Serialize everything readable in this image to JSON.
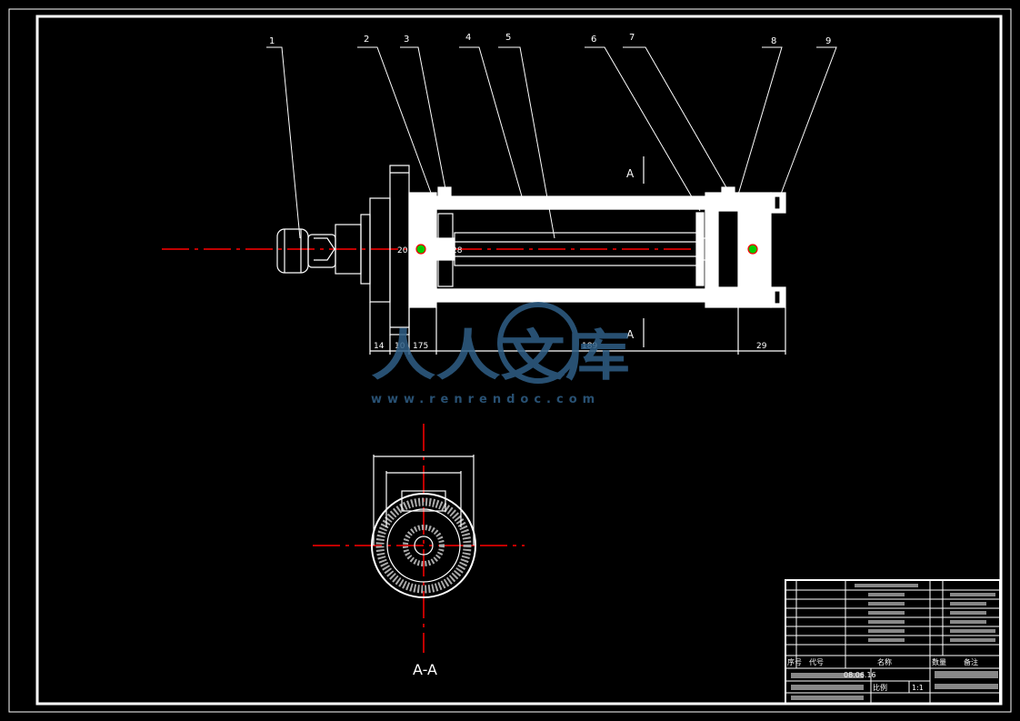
{
  "balloons": [
    "1",
    "2",
    "3",
    "4",
    "5",
    "6",
    "7",
    "8",
    "9"
  ],
  "section_marks": {
    "top": "A",
    "bottom": "A",
    "view_label": "A-A"
  },
  "dimensions": {
    "d1": "14",
    "d2": "10",
    "d3": "175",
    "d4": "189",
    "d5": "29",
    "d6": "20",
    "d7": "28"
  },
  "watermark": {
    "brand": "人人文库",
    "url": "www.renrendoc.com"
  },
  "title_block": {
    "header": [
      "序号",
      "代号",
      "名称",
      "数量",
      "备注"
    ],
    "scale_label": "比例",
    "scale_value": "1:1",
    "date": "08.06.16"
  },
  "colors": {
    "background": "#000000",
    "lines": "#ffffff",
    "centerline": "#ff0000",
    "marker": "#00cc00",
    "watermark": "#2f5f86"
  }
}
